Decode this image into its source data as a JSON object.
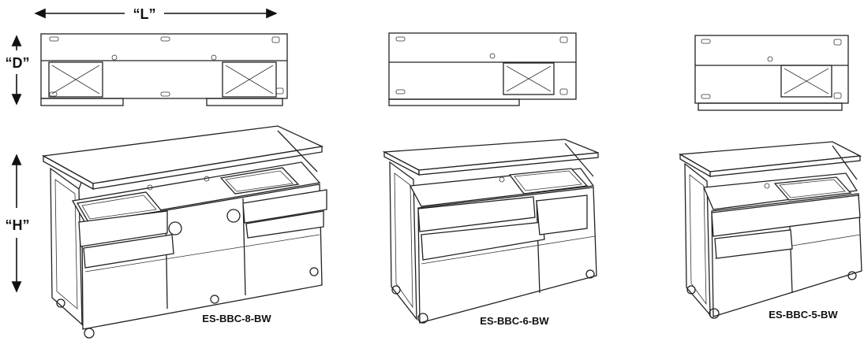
{
  "dimensions": {
    "length_label": "“L”",
    "depth_label": "“D”",
    "height_label": "“H”"
  },
  "models": [
    {
      "name": "ES-BBC-8-BW"
    },
    {
      "name": "ES-BBC-6-BW"
    },
    {
      "name": "ES-BBC-5-BW"
    }
  ],
  "colors": {
    "line": "#222222",
    "background": "#ffffff"
  }
}
